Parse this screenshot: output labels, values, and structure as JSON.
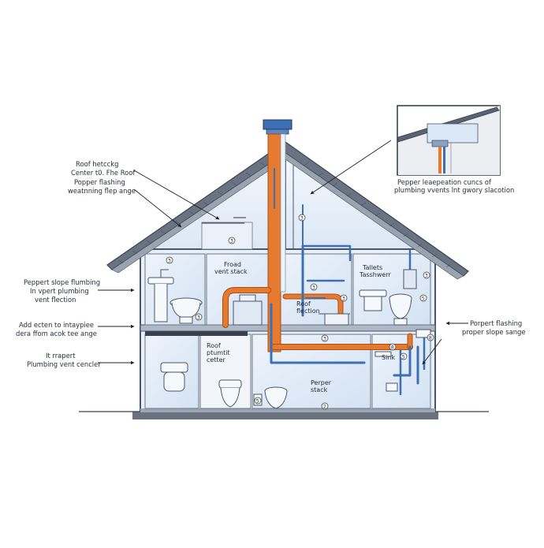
{
  "left_annotations": {
    "roof_decking": {
      "line1": "Roof hetcckg",
      "line2": "Center t0. Fhe Roof"
    },
    "proper_flashing": {
      "line1": "Popper flashing",
      "line2": "weatnning flep ange"
    },
    "proper_slope": {
      "line1": "Peppert slope flumbing",
      "line2": "In vpert plumbing",
      "line3": "vent flection"
    },
    "add_extension": {
      "line1": "Add ecten to intaypiee",
      "line2": "dera ffom acok tee ange"
    },
    "proper_vent": {
      "line1": "It rrapert",
      "line2": "Plumbing vent cencler"
    }
  },
  "right_annotations": {
    "proper_flashing_right": {
      "line1": "Porpert flashing",
      "line2": "proper slope sange"
    }
  },
  "inset": {
    "caption_line1": "Pepper leaepeation cuncs of",
    "caption_line2": "plumbing vvents lnt gwory slacotion"
  },
  "room_labels": {
    "froad_vent": {
      "line1": "Froad",
      "line2": "vent stack"
    },
    "roof_flection": {
      "line1": "Roof",
      "line2": "flection"
    },
    "toilets": {
      "line1": "Tallets",
      "line2": "Tasshwerr"
    },
    "roof_plumbing": {
      "line1": "Roof",
      "line2": "ptumtit",
      "line3": "cetter"
    },
    "pepper_stack": {
      "line1": "Perper",
      "line2": "stack"
    },
    "sink": {
      "line1": "Sink"
    }
  },
  "callout_numbers": [
    "3",
    "3",
    "3",
    "3",
    "3",
    "5",
    "3",
    "3",
    "3",
    "8",
    "5",
    "5",
    "2",
    "8"
  ],
  "colors": {
    "pipe_orange": "#e67a2e",
    "pipe_blue": "#3d6fb5",
    "wall_outline": "#4a5468",
    "room_fill": "#dfeaf6",
    "roof": "#5a6372"
  }
}
